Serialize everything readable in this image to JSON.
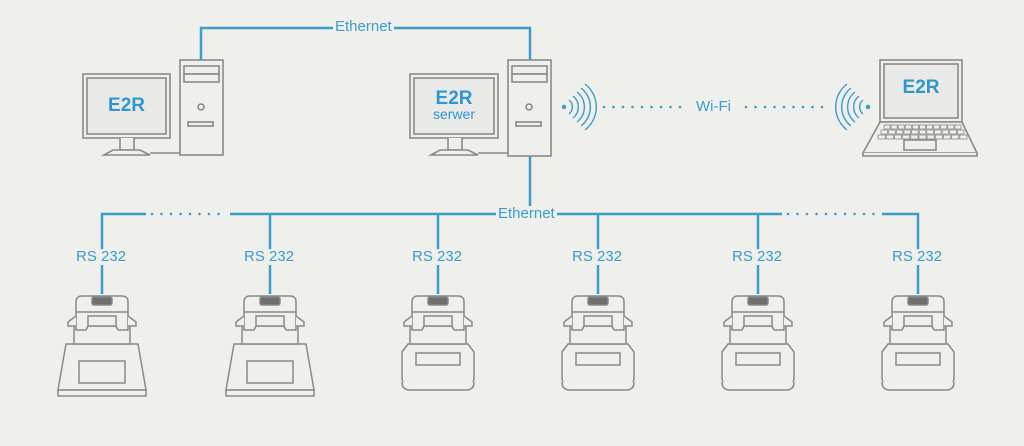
{
  "diagram": {
    "title": "E2R network topology",
    "colors": {
      "link": "#3a9dcc",
      "device_stroke": "#8a8a8a",
      "background": "#efefec",
      "screen_text": "#2f97cf"
    },
    "links": {
      "top_ethernet": "Ethernet",
      "bottom_ethernet": "Ethernet",
      "wifi": "Wi-Fi"
    },
    "nodes": {
      "workstation": {
        "type": "desktop-computer",
        "screen_label": "E2R"
      },
      "server": {
        "type": "desktop-computer",
        "screen_label": "E2R",
        "screen_sublabel": "serwer"
      },
      "laptop": {
        "type": "laptop",
        "screen_label": "E2R"
      }
    },
    "devices": [
      {
        "type": "moisture-analyzer",
        "connection": "RS 232",
        "variant": "large-pan"
      },
      {
        "type": "moisture-analyzer",
        "connection": "RS 232",
        "variant": "large-pan"
      },
      {
        "type": "moisture-analyzer",
        "connection": "RS 232",
        "variant": "compact"
      },
      {
        "type": "moisture-analyzer",
        "connection": "RS 232",
        "variant": "compact"
      },
      {
        "type": "moisture-analyzer",
        "connection": "RS 232",
        "variant": "compact"
      },
      {
        "type": "moisture-analyzer",
        "connection": "RS 232",
        "variant": "compact"
      }
    ]
  }
}
